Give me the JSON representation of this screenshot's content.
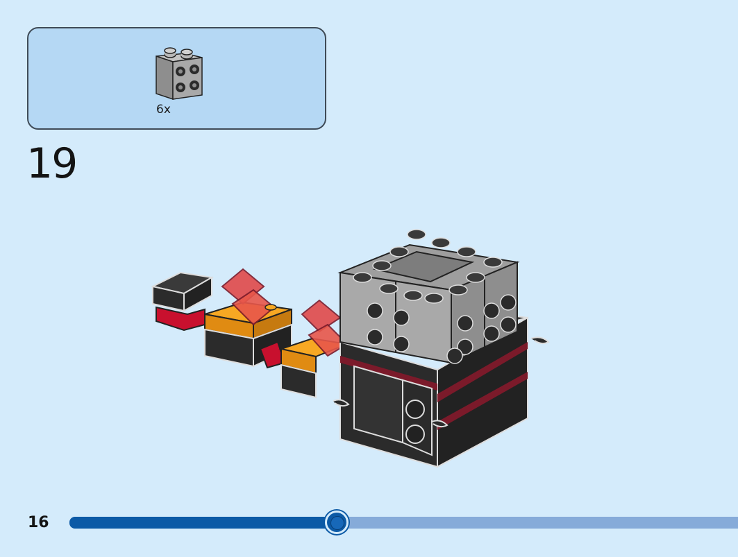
{
  "parts_callout": {
    "part": {
      "icon": "light-gray-brick-1x2-studs-on-side-icon",
      "quantity": "6x",
      "color": "#a9a9a9"
    }
  },
  "step": {
    "number": "19",
    "model_icon": "brickheadz-build-assembly-illustration"
  },
  "footer": {
    "page_number": "16",
    "progress": 0.4
  },
  "colors": {
    "background": "#d4ebfb",
    "callout_fill": "#b5d8f4",
    "progress_fill": "#0c5aa6",
    "progress_track": "#86abd9",
    "brick_gray": "#a9a9a9",
    "brick_black": "#2b2b2b",
    "brick_red": "#c8102e",
    "brick_orange": "#f7a823",
    "dark_red": "#7b1a2a"
  }
}
